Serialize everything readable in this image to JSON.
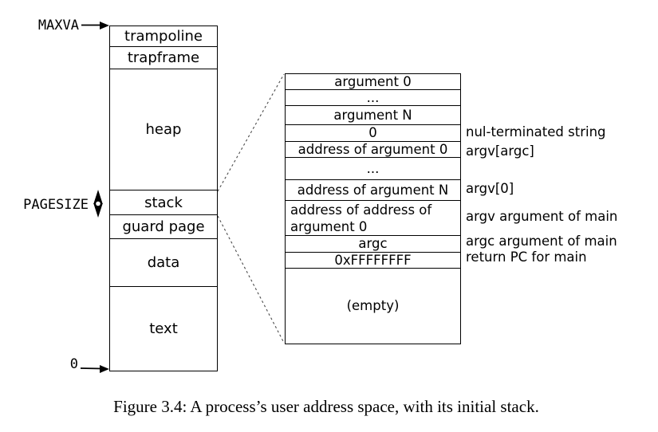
{
  "figure_caption": "Figure 3.4: A process’s user address space, with its initial stack.",
  "address_space": {
    "maxva_label": "MAXVA",
    "pagesize_label": "PAGESIZE",
    "zero_label": "0",
    "sections": [
      {
        "name": "trampoline"
      },
      {
        "name": "trapframe"
      },
      {
        "name": "heap"
      },
      {
        "name": "stack"
      },
      {
        "name": "guard page"
      },
      {
        "name": "data"
      },
      {
        "name": "text"
      }
    ]
  },
  "stack_detail": {
    "rows": [
      {
        "value": "argument 0",
        "annotation": ""
      },
      {
        "value": "...",
        "annotation": ""
      },
      {
        "value": "argument N",
        "annotation": ""
      },
      {
        "value": "0",
        "annotation": "nul-terminated string"
      },
      {
        "value": "address of argument 0",
        "annotation": "argv[argc]"
      },
      {
        "value": "...",
        "annotation": ""
      },
      {
        "value": "address of argument N",
        "annotation": "argv[0]"
      },
      {
        "value": "address of address of argument 0",
        "annotation": "argv argument of main"
      },
      {
        "value": "argc",
        "annotation": "argc argument of main"
      },
      {
        "value": "0xFFFFFFFF",
        "annotation": "return PC for main"
      },
      {
        "value": "(empty)",
        "annotation": ""
      }
    ]
  },
  "colors": {
    "line": "#000000",
    "dashed_line": "#4a4a4a",
    "background": "#ffffff",
    "text": "#000000"
  }
}
